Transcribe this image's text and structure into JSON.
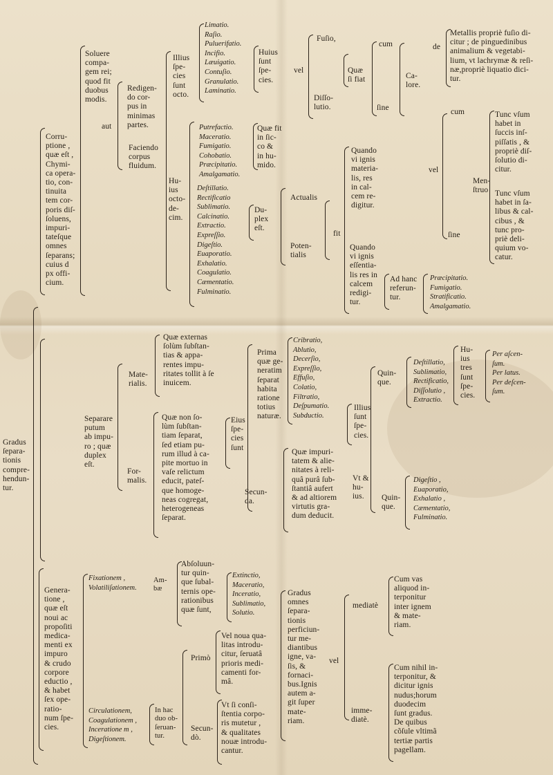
{
  "table": {
    "gradus": "Gradus\nſepara-\ntionis\ncompre-\nhendun-\ntur.",
    "corruptione": "Corru-\nptione ,\nquæ eſt ,\nChymi-\nca opera-\ntio, con-\ntinuita\ntem cor-\nporis diſ-\nſoluens,\nimpuri-\ntateſque\nomnes\nſeparans;\ncuius d\npx offi-\ncium.",
    "soluere": "Soluere\ncompa-\ngem rei;\nquod fit\nduobus\nmodis.",
    "aut": "aut",
    "redigendo": "Redigen-\ndo cor-\npus in\nminimas\npartes.",
    "faciendo": "Faciendo\ncorpus\nfluidum.",
    "illius_species": "Illius\nſpe-\ncies\nſunt\nocto.",
    "group_octo": "Limatio.\nRaſio.\nPuluerifatio.\nIncifio.\nLæuigatio.\nContuſio.\nGranulatio.\nLaminatio.",
    "huius_species_sunt": "Huius\nſunt\nſpe-\ncies.",
    "vel1": "vel",
    "fusio": "Fuſio,",
    "cum1": "cum",
    "quae_si_fiat": "Quæ\nſi fiat",
    "sine1": "ſine",
    "dissolutio": "Diſſo-\nlutio.",
    "de": "de",
    "calore": "Ca-\nlore.",
    "metallis": "Metallis propriè fuſio di-\ncitur ; de pinguedinibus\nanimalium & vegetabi-\nlium, vt lachrymæ & reſi-\nnæ,propriè liquatio dici-\ntur.",
    "cum2": "cum",
    "vel2": "vel",
    "menstruo": "Men-\nſtruo",
    "tunc_succis": "Tunc vſum\nhabet in\nſuccis inſ-\npiſſatis , &\npropriè diſ-\nſolutio di-\ncitur.",
    "tunc_salibus": "Tunc vſum\nhabet in ſa-\nlibus & cal-\ncibus , &\ntunc pro-\npriè deli-\nquium vo-\ncatur.",
    "sine2": "ſine",
    "huius_octodecim": "Hu-\nius\nocto-\nde-\ncim.",
    "group_a": "Putrefactio.\nMaceratio.\nFumigatio.\nCohobatio.\nPræcipitatio.\nAmalgamatio.",
    "quae_fit": "Quæ fit\nin ſic-\nco &\nin hu-\nmido.",
    "group_b": "Deſtillatio.\nRectificatio\nSublimatio.\nCalcinatio.\nExtractio.\nExpreſſio.\nDigeſtio.\nEuaporatio.\nExhalatio.\nCoagulatio.\nCæmentatio.\nFulminatio.",
    "duplex": "Du-\nplex\neſt.",
    "actualis": "Actualis",
    "potentialis": "Poten-\ntialis",
    "fit": "fit",
    "quando_actu": "Quando\nvi ignis\nmateria-\nlis, res\nin cal-\ncem re-\ndigitur.",
    "quando_pot": "Quando\nvi ignis\neſſentia-\nlis res in\ncalcem\nredigi-\ntur.",
    "ad_hanc": "Ad hanc\nreferun-\ntur.",
    "group_c": "Præcipitatio.\nFumigatio.\nStratificatio.\nAmalgamatio.",
    "separare": "Separare\nputum\nab impu-\nro ; quæ\nduplex\neſt.",
    "materialis": "Mate-\nrialis.",
    "formalis": "For-\nmalis.",
    "quae_externas": "Quæ externas\nſolùm ſubſtan-\ntias & appa-\nrentes impu-\nritates tollit à ſe\ninuicem.",
    "quae_non": "Quæ non ſo-\nlùm ſubſtan-\ntiam ſeparat,\nſed etiam pu-\nrum illud à ca-\npite mortuo in\nvaſe relictum\neducit, pateſ-\nque homoge-\nneas cogregat,\nheterogeneas\nſeparat.",
    "eius_species": "Eius\nſpe-\ncies\nſunt",
    "prima": "Prima\nquæ ge-\nneratim\nſeparat\nhabita\nratione\ntotius\nnaturæ.",
    "group_prima": "Cribratio,\nAblutio,\nDecerſio,\nExpreſſio,\nEffuſio,\nColatio,\nFiltratio,\nDeſpumatio.\nSubductio.",
    "secunda": "Secun-\nda.",
    "quae_impuritatem": "Quæ impuri-\ntatem & alie-\nnitates à reli-\nquâ purâ ſub-\nſtantiâ aufert\n& ad altiorem\nvirtutis gra-\ndum deducit.",
    "illius_species2": "Illius\nſunt\nſpe-\ncies.",
    "vt_huius": "Vt &\nhu-\nius.",
    "quinque1": "Quin-\nque.",
    "group_quinque1": "Deſtillatio,\nSublimatio,\nRectificatio,\nDiſſolutio ,\nExtractio.",
    "huius_tres": "Hu-\nius\ntres\nſunt\nſpe-\ncies.",
    "group_tres": "Per aſcen-\nſum.\nPer latus.\nPer deſcen-\nſum.",
    "quinque2": "Quin-\nque.",
    "group_quinque2": "Digeſtio ,\nEuaporatio,\nExhalatio ,\nCæmentatio,\nFulminatio.",
    "generatione": "Genera-\ntione ,\nquæ eſt\nnoui ac\npropoſiti\nmedica-\nmenti ex\nimpuro\n& crudo\ncorpore\neductio ,\n& habet\nſex ope-\nratio-\nnum ſpe-\ncies.",
    "group_fix": "Fixationem ,\nVolatiliſationem.",
    "ambae": "Am-\nbæ",
    "absoluuntur": "Abſoluun-\ntur quin-\nque ſubal-\nternis ope-\nrationibus\nquæ ſunt,",
    "group_ext": "Extinctio,\nMaceratio,\nInceratio,\nSublimatio,\nSolutio.",
    "group_circ": "Circulationem,\nCoagulationem ,\nInceratione m ,\nDigeſtionem.",
    "in_hac": "In hac\nduo ob-\nſeruan-\ntur.",
    "primo": "Primò",
    "secundo": "Secun-\ndò.",
    "vel_noua": "Vel noua qua-\nlitas introdu-\ncitur, ſeruatâ\nprioris medi-\ncamenti for-\nmâ.",
    "vt_si": "Vt ſi conſi-\nſtentia corpo-\nris mutetur ,\n& qualitates\nnouæ introdu-\ncantur.",
    "gradus_omnes": "Gradus\nomnes\nſepara-\ntionis\nperficiun-\ntur me-\ndiantibus\nigne, va-\nſis, &\nfornaci-\nbus.Ignis\nautem a-\ngit ſuper\nmate-\nriam.",
    "vel3": "vel",
    "mediate": "mediatè",
    "immediate": "imme-\ndiatè.",
    "cum_vas": "Cum vas\naliquod in-\nterponitur\ninter ignem\n& mate-\nriam.",
    "cum_nihil": "Cum nihil in-\nterponitur, &\ndicitur ignis\nnudus;horum\nduodecim\nſunt gradus.\nDe quibus\ncõſule vltimã\ntertiæ partis\npagellam."
  }
}
